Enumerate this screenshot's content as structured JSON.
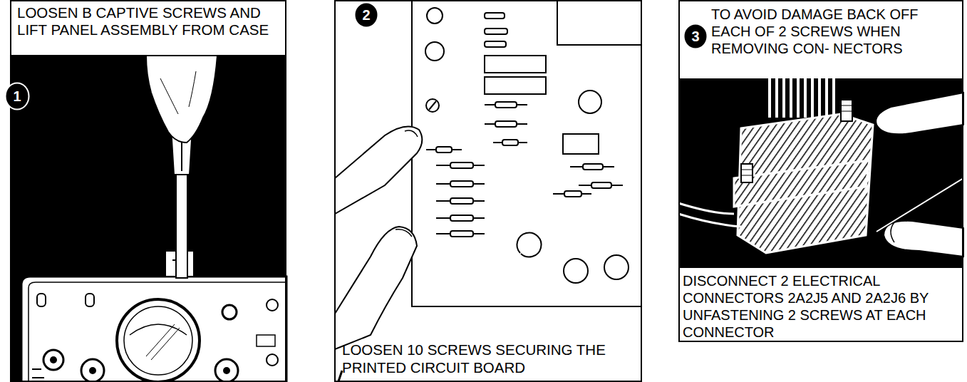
{
  "diagram": {
    "nodes": [
      {
        "text": [
          "LOOSEN B CAPTIVE SCREWS AND LIFT PANEL ASSEMBLY FROM CASE"
        ]
      },
      {
        "text": [
          "1"
        ],
        "in": 0
      },
      {
        "text": [
          "LOOSEN 10 SCREWS SECURING THE PRINTED CIRCUIT BOARD"
        ]
      },
      {
        "text": [
          "2"
        ],
        "in": 2
      },
      {
        "text": [
          "TO AVOID DAMAGE BACK OFF EACH OF 2 SCREWS WHEN REMOVING CON- NECTORS",
          "DISCONNECT 2 ELECTRICAL CONNECTORS 2A2J5 AND 2A2J6 BY UNFASTENING 2 SCREWS AT EACH CONNECTOR"
        ]
      },
      {
        "text": [
          "3"
        ],
        "in": 4
      }
    ]
  }
}
